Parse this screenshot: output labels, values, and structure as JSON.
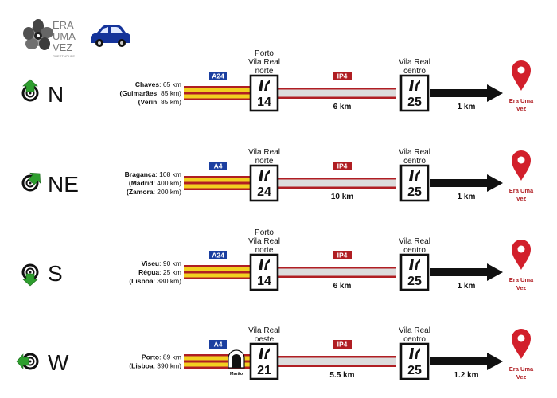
{
  "logo": {
    "lines": [
      "ERA",
      "UMA",
      "VEZ"
    ],
    "tagline": "GUESTHOUSE"
  },
  "colors": {
    "ip_red": "#b01e23",
    "blue_sign": "#1b3fa0",
    "yellow": "#f2d020",
    "car": "#14339a",
    "pin": "#d21f2b",
    "arrow_green": "#2e9e2e"
  },
  "routes": [
    {
      "direction": "N",
      "arrow": "north",
      "origins": [
        {
          "city": "Chaves",
          "dist": "65 km",
          "paren": false
        },
        {
          "city": "Guimarães",
          "dist": "85 km",
          "paren": true
        },
        {
          "city": "Verín",
          "dist": "85 km",
          "paren": true
        }
      ],
      "motorway": "A24",
      "exit1": {
        "name": [
          "Porto",
          "Vila Real",
          "norte"
        ],
        "number": "14",
        "tunnel": null
      },
      "ip": "IP4",
      "mid_distance": "6 km",
      "exit2": {
        "name": [
          "Vila Real",
          "centro"
        ],
        "number": "25"
      },
      "final_distance": "1 km",
      "destination": [
        "Era Uma",
        "Vez"
      ]
    },
    {
      "direction": "NE",
      "arrow": "northeast",
      "origins": [
        {
          "city": "Bragança",
          "dist": "108 km",
          "paren": false
        },
        {
          "city": "Madrid",
          "dist": "400 km",
          "paren": true
        },
        {
          "city": "Zamora",
          "dist": "200 km",
          "paren": true
        }
      ],
      "motorway": "A4",
      "exit1": {
        "name": [
          "Vila Real",
          "norte"
        ],
        "number": "24",
        "tunnel": null
      },
      "ip": "IP4",
      "mid_distance": "10 km",
      "exit2": {
        "name": [
          "Vila Real",
          "centro"
        ],
        "number": "25"
      },
      "final_distance": "1 km",
      "destination": [
        "Era Uma",
        "Vez"
      ]
    },
    {
      "direction": "S",
      "arrow": "south",
      "origins": [
        {
          "city": "Viseu",
          "dist": "90 km",
          "paren": false
        },
        {
          "city": "Régua",
          "dist": "25 km",
          "paren": false
        },
        {
          "city": "Lisboa",
          "dist": "380 km",
          "paren": true
        }
      ],
      "motorway": "A24",
      "exit1": {
        "name": [
          "Porto",
          "Vila Real",
          "norte"
        ],
        "number": "14",
        "tunnel": null
      },
      "ip": "IP4",
      "mid_distance": "6 km",
      "exit2": {
        "name": [
          "Vila Real",
          "centro"
        ],
        "number": "25"
      },
      "final_distance": "1 km",
      "destination": [
        "Era Uma",
        "Vez"
      ]
    },
    {
      "direction": "W",
      "arrow": "west",
      "origins": [
        {
          "city": "Porto",
          "dist": "89 km",
          "paren": false
        },
        {
          "city": "Lisboa",
          "dist": "390 km",
          "paren": true
        }
      ],
      "motorway": "A4",
      "exit1": {
        "name": [
          "Vila Real",
          "oeste"
        ],
        "number": "21",
        "tunnel": "Marão"
      },
      "ip": "IP4",
      "mid_distance": "5.5 km",
      "exit2": {
        "name": [
          "Vila Real",
          "centro"
        ],
        "number": "25"
      },
      "final_distance": "1.2 km",
      "destination": [
        "Era Uma",
        "Vez"
      ]
    }
  ]
}
